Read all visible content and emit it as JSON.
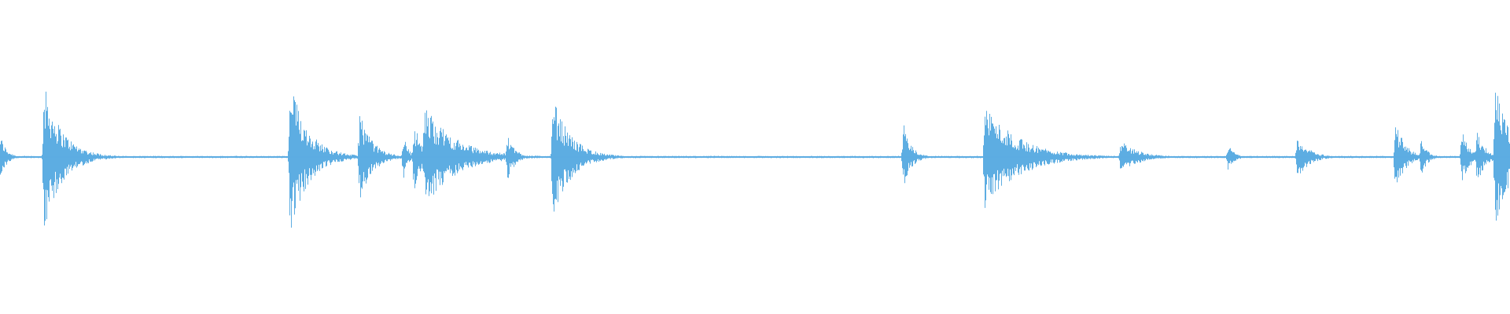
{
  "waveform": {
    "color": "#5dade2",
    "baseline_fraction": 0.5,
    "events": [
      {
        "t": 0.0,
        "amp": 0.3,
        "decay": 0.004
      },
      {
        "t": 0.029,
        "amp": 0.95,
        "decay": 0.012
      },
      {
        "t": 0.192,
        "amp": 1.0,
        "decay": 0.012
      },
      {
        "t": 0.238,
        "amp": 0.62,
        "decay": 0.008
      },
      {
        "t": 0.267,
        "amp": 0.32,
        "decay": 0.003
      },
      {
        "t": 0.274,
        "amp": 0.48,
        "decay": 0.005
      },
      {
        "t": 0.281,
        "amp": 0.68,
        "decay": 0.02
      },
      {
        "t": 0.336,
        "amp": 0.3,
        "decay": 0.005
      },
      {
        "t": 0.366,
        "amp": 0.78,
        "decay": 0.012
      },
      {
        "t": 0.598,
        "amp": 0.45,
        "decay": 0.005
      },
      {
        "t": 0.652,
        "amp": 0.7,
        "decay": 0.022
      },
      {
        "t": 0.742,
        "amp": 0.22,
        "decay": 0.012
      },
      {
        "t": 0.813,
        "amp": 0.18,
        "decay": 0.004
      },
      {
        "t": 0.859,
        "amp": 0.28,
        "decay": 0.008
      },
      {
        "t": 0.924,
        "amp": 0.5,
        "decay": 0.006
      },
      {
        "t": 0.941,
        "amp": 0.25,
        "decay": 0.004
      },
      {
        "t": 0.968,
        "amp": 0.35,
        "decay": 0.005
      },
      {
        "t": 0.978,
        "amp": 0.4,
        "decay": 0.005
      },
      {
        "t": 0.99,
        "amp": 0.95,
        "decay": 0.01
      }
    ]
  }
}
